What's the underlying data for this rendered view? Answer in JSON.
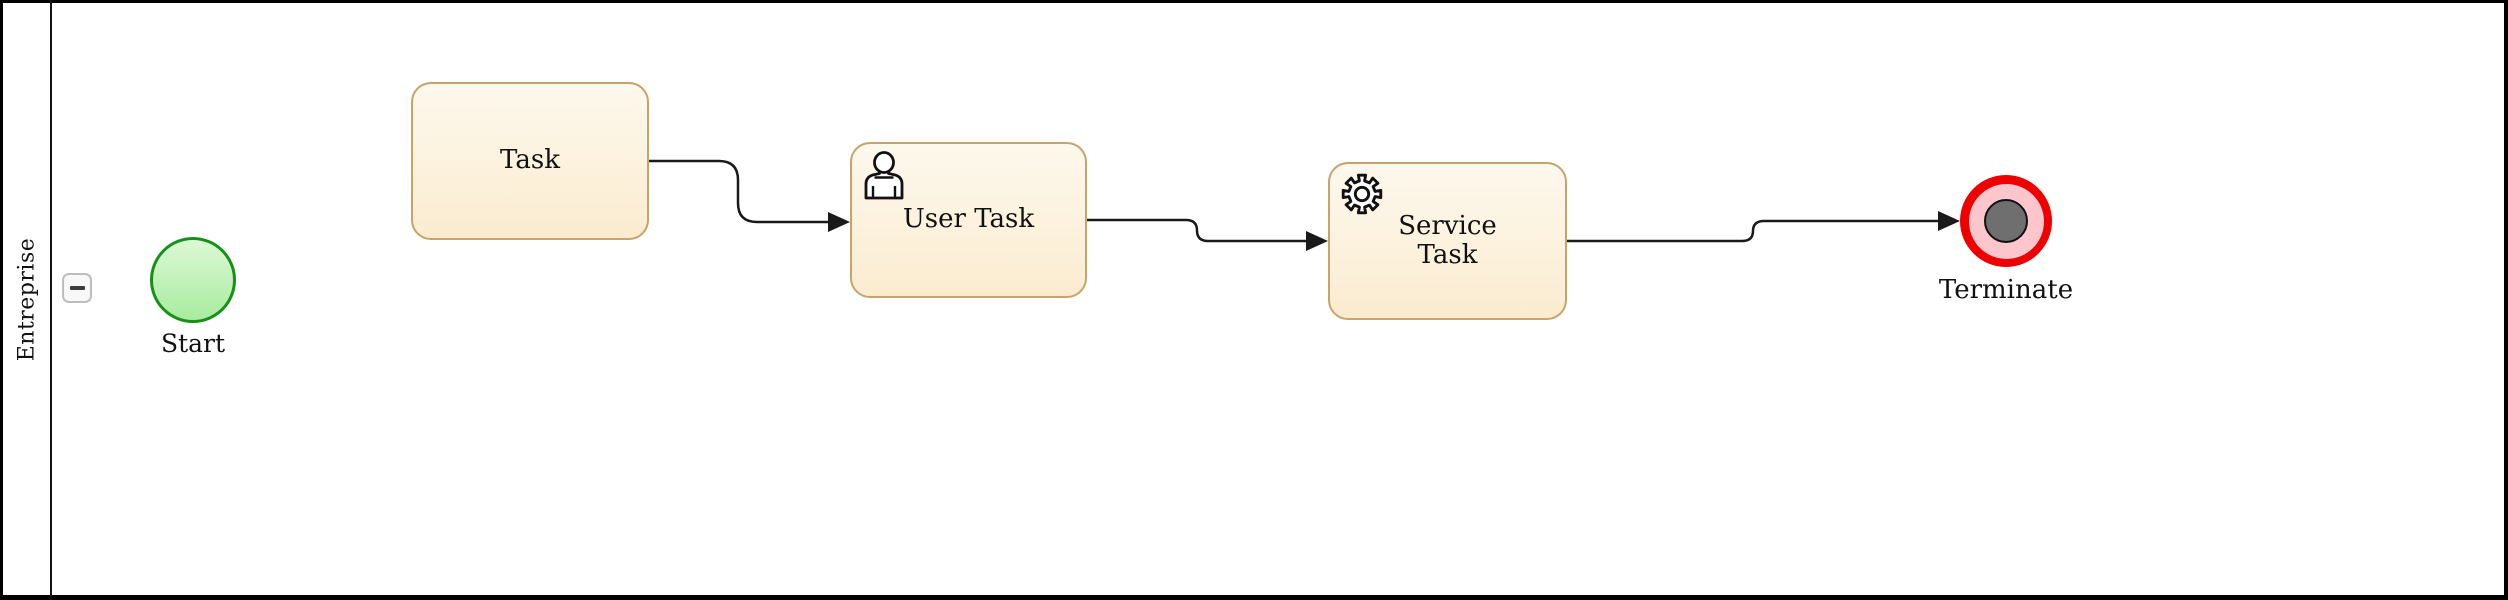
{
  "pool": {
    "lane_label": "Entreprise"
  },
  "nodes": {
    "start": {
      "label": "Start",
      "type": "start-event"
    },
    "task": {
      "label": "Task",
      "type": "task"
    },
    "user_task": {
      "label": "User Task",
      "type": "user-task"
    },
    "service_task": {
      "label": "Service Task",
      "type": "service-task"
    },
    "terminate": {
      "label": "Terminate",
      "type": "terminate-end-event"
    }
  },
  "icons": {
    "lane_collapse": "minus-icon",
    "user_task": "user-icon",
    "service_task": "gear-icon"
  },
  "colors": {
    "task_fill_top": "#fdf8ed",
    "task_fill_bottom": "#fbecd0",
    "task_border": "#c9a46a",
    "start_fill_top": "#dcf9d5",
    "start_fill_bottom": "#a8eb9f",
    "start_border": "#169116",
    "terminate_ring": "#ee0000",
    "terminate_inner": "#fcc6cc",
    "terminate_core": "#6f6f6f",
    "connector": "#1a1a1a",
    "pool_border": "#000000"
  }
}
